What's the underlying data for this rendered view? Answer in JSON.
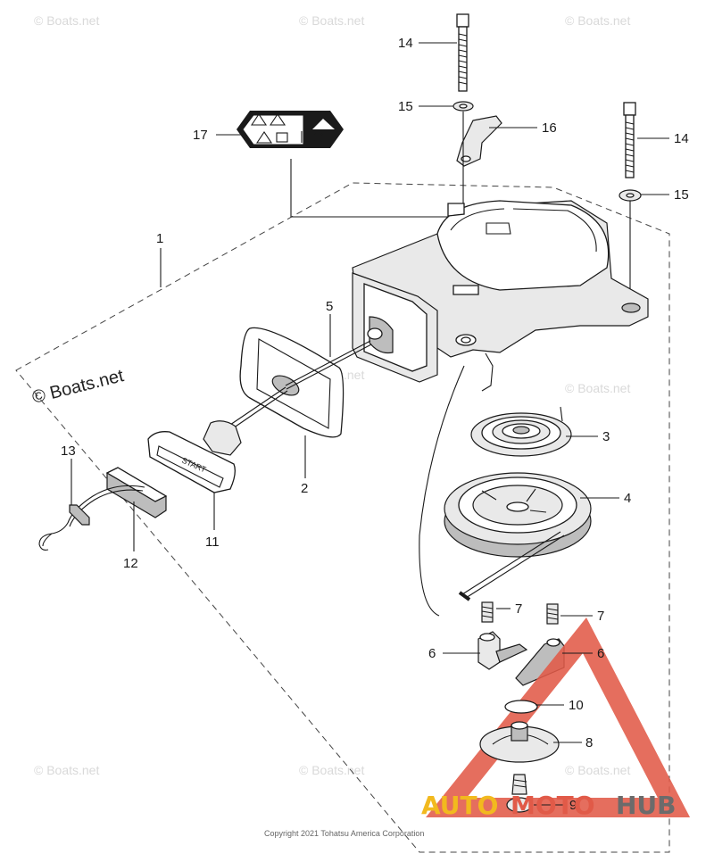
{
  "watermark": "© Boats.net",
  "brand_text": "© Boats.net",
  "copyright": "Copyright 2021 Tohatsu America Corporation",
  "logo": {
    "part1": "AUTO",
    "part2": "MOTO",
    "part3": "HUB"
  },
  "colors": {
    "logo_yellow": "#f2b91e",
    "logo_red": "#e15a48",
    "logo_gray": "#6b6b6b"
  },
  "decal_text": "START",
  "callouts": {
    "c1": "1",
    "c2": "2",
    "c3": "3",
    "c4": "4",
    "c5": "5",
    "c6a": "6",
    "c6b": "6",
    "c7a": "7",
    "c7b": "7",
    "c8": "8",
    "c9": "9",
    "c10": "10",
    "c11": "11",
    "c12": "12",
    "c13": "13",
    "c14a": "14",
    "c14b": "14",
    "c15a": "15",
    "c15b": "15",
    "c16": "16",
    "c17": "17"
  }
}
